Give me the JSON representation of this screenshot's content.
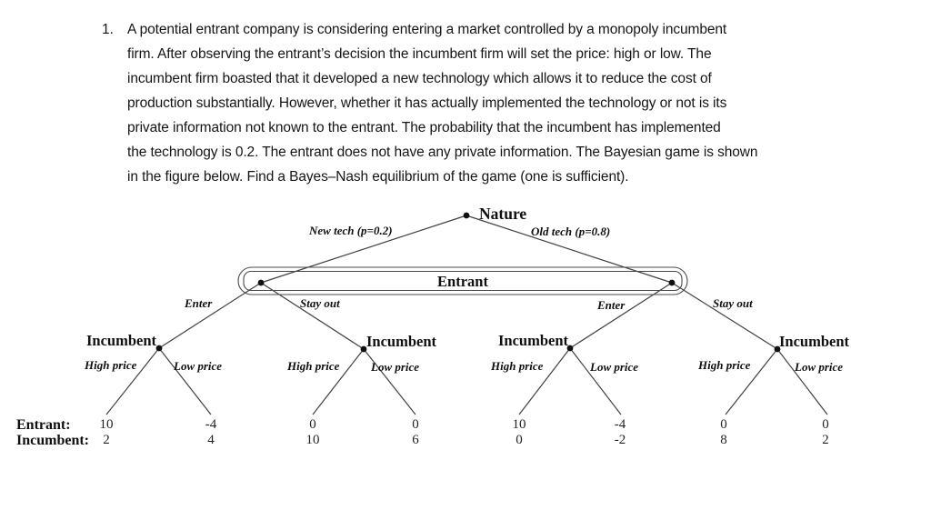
{
  "problem": {
    "number": "1.",
    "lines": [
      "A potential entrant company is considering entering a market controlled by a monopoly incumbent",
      "firm. After observing the entrant’s decision the incumbent firm will set the price: high or low. The",
      "incumbent firm boasted that it developed a new technology which allows it to reduce the cost of",
      "production substantially. However, whether it has actually implemented the technology or not is its",
      "private information not known to the entrant. The probability that the incumbent has implemented",
      "the technology is 0.2. The entrant does not have any private information. The Bayesian game is shown",
      "in the figure below. Find a Bayes–Nash equilibrium of the game (one is sufficient)."
    ]
  },
  "tree": {
    "nature": {
      "label": "Nature",
      "left_branch": "New tech (p=0.2)",
      "right_branch": "Old tech (p=0.8)"
    },
    "information_set": {
      "label": "Entrant"
    },
    "actions": {
      "enter": "Enter",
      "stay_out": "Stay out",
      "high_price": "High price",
      "low_price": "Low price"
    },
    "incumbent_label": "Incumbent",
    "payoffs": {
      "row_labels": {
        "entrant": "Entrant:",
        "incumbent": "Incumbent:"
      },
      "entrant": [
        "10",
        "-4",
        "0",
        "0",
        "10",
        "-4",
        "0",
        "0"
      ],
      "incumbent": [
        "2",
        "4",
        "10",
        "6",
        "0",
        "-2",
        "8",
        "2"
      ]
    },
    "colors": {
      "line": "#404040",
      "text": "#101010"
    }
  }
}
